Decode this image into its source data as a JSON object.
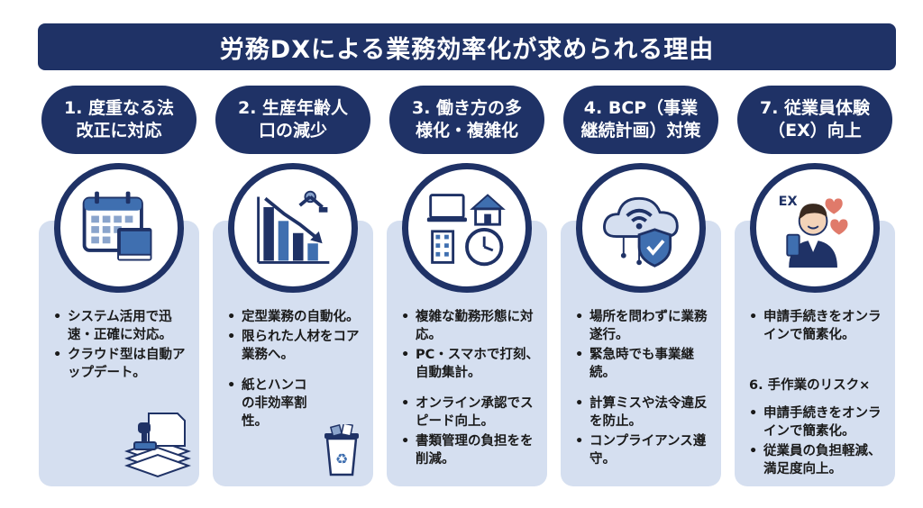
{
  "title": "労務DXによる業務効率化が求められる理由",
  "columns": [
    {
      "heading": "1. 度重なる法\n改正に対応",
      "icon": "calendar-book-icon",
      "bullets": [
        "システム活用で迅速・正確に対応。",
        "クラウド型は自動アップデート。"
      ]
    },
    {
      "heading": "2. 生産年齢人\n口の減少",
      "icon": "declining-bar-chart-robot-arm-icon",
      "bullets": [
        "定型業務の自動化。",
        "限られた人材をコア業務へ。",
        "紙とハンコの非効率割性。"
      ]
    },
    {
      "heading": "3. 働き方の多\n様化・複雑化",
      "icon": "laptop-house-building-clock-icon",
      "bullets": [
        "複雑な勤務形態に対応。",
        "PC・スマホで打刻、自動集計。",
        "オンライン承認でスピード向上。",
        "書類管理の負担をを削減。"
      ]
    },
    {
      "heading": "4. BCP（事業\n継続計画）対策",
      "icon": "cloud-wifi-shield-icon",
      "bullets": [
        "場所を問わずに業務遂行。",
        "緊急時でも事業継続。",
        "計算ミスや法令違反を防止。",
        "コンプライアンス遵守。"
      ]
    },
    {
      "heading": "7. 従業員体験\n（EX）向上",
      "icon": "employee-smartphone-hearts-icon",
      "icon_label": "EX",
      "bullets": [
        "申請手続きをオンラインで簡素化。"
      ],
      "subheading": "6. 手作業のリスク×",
      "bullets2": [
        "申請手続きをオンラインで簡素化。",
        "従業員の負担軽減、満足度向上。"
      ]
    }
  ],
  "colors": {
    "navy": "#1f3266",
    "card": "#d5dff0",
    "accent": "#3f6fb0",
    "heart": "#e07a6a"
  }
}
